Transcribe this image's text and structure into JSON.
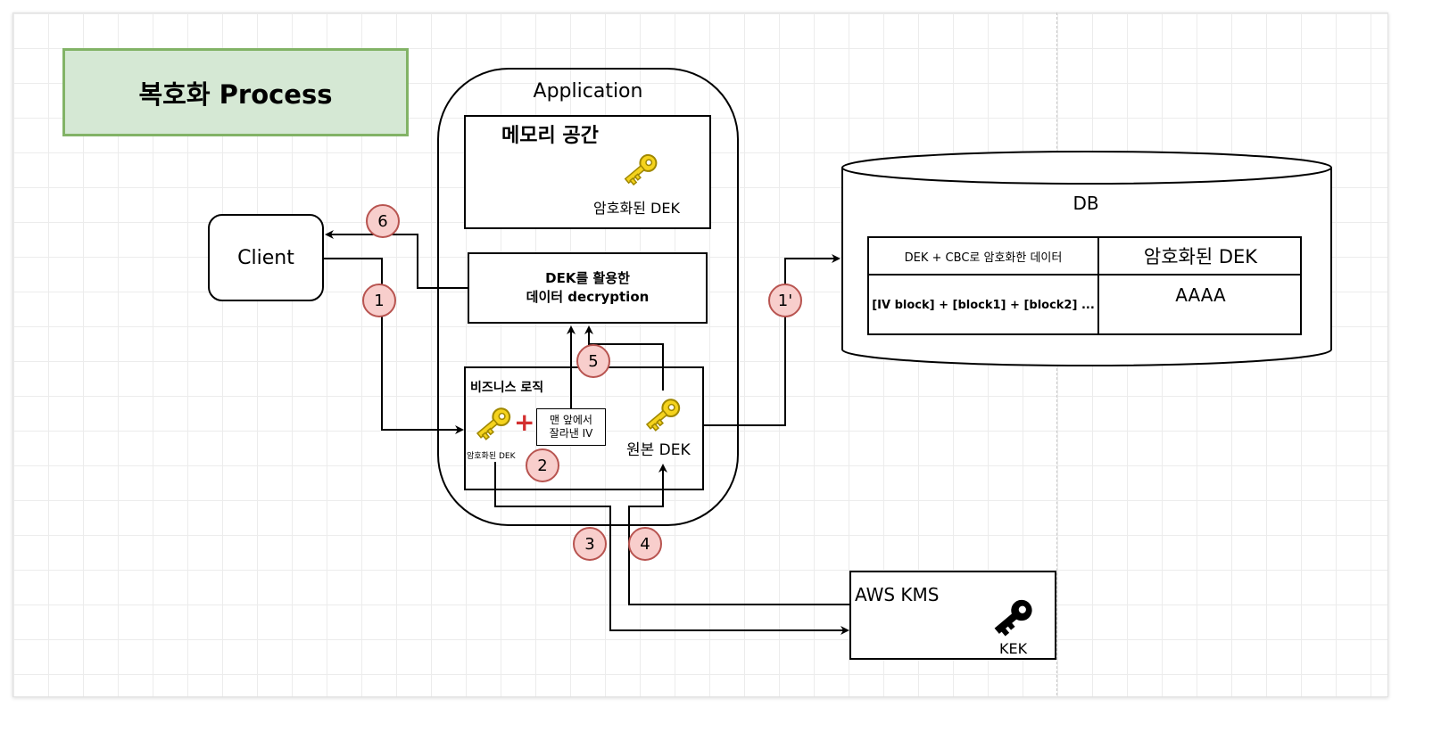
{
  "title": "복호화 Process",
  "client": {
    "label": "Client"
  },
  "application": {
    "label": "Application",
    "memory": {
      "title": "메모리 공간",
      "key_label": "암호화된 DEK"
    },
    "decrypt": {
      "line1": "DEK를 활용한",
      "line2": "데이터 decryption"
    },
    "business": {
      "title": "비즈니스 로직",
      "key_label": "암호화된 DEK",
      "iv_line1": "맨 앞에서",
      "iv_line2": "잘라낸 IV",
      "plus": "+",
      "orig_key_label": "원본 DEK"
    }
  },
  "db": {
    "label": "DB",
    "headers": [
      "DEK + CBC로 암호화한 데이터",
      "암호화된 DEK"
    ],
    "row": [
      "[IV block] + [block1] + [block2] ...",
      "AAAA"
    ]
  },
  "kms": {
    "label": "AWS KMS",
    "key_label": "KEK"
  },
  "steps": [
    "1",
    "1'",
    "2",
    "3",
    "4",
    "5",
    "6"
  ],
  "colors": {
    "title_fill": "#d5e8d4",
    "title_border": "#82b366",
    "step_fill": "#f8cecc",
    "step_border": "#b85450",
    "key_gold": "#f5d31d",
    "key_outline": "#a08800",
    "kek_black": "#000000"
  },
  "icons": [
    "key-icon",
    "plus-icon"
  ]
}
